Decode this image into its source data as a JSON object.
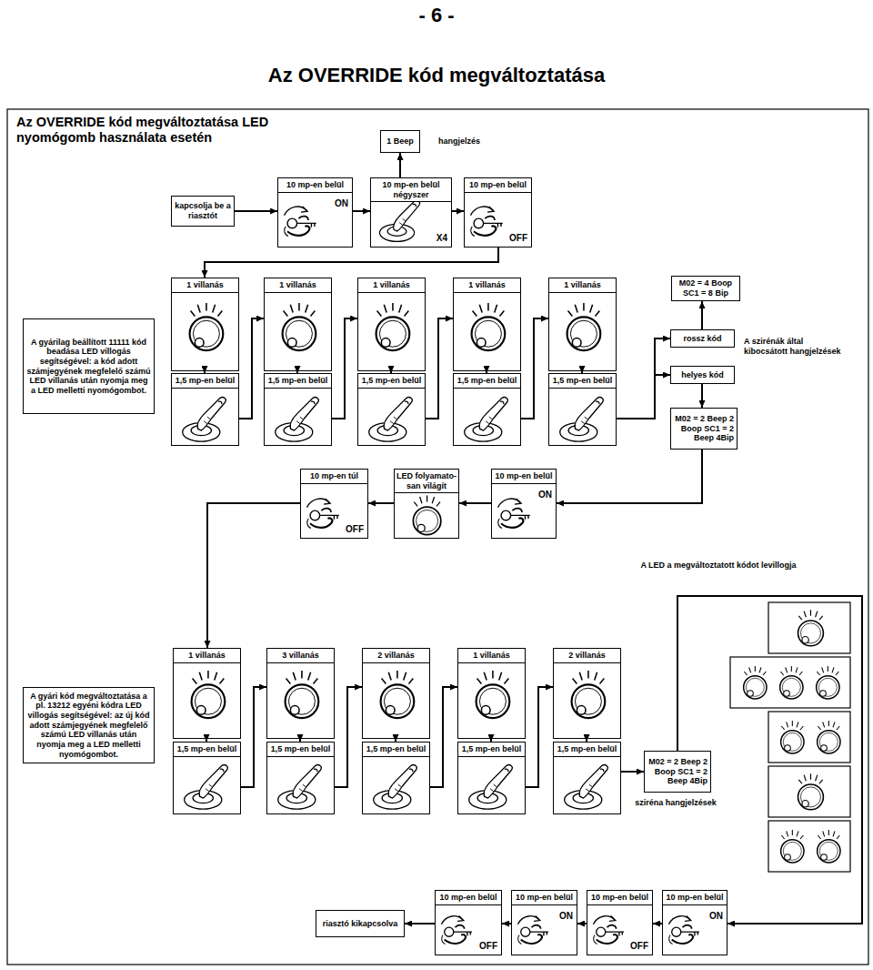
{
  "diagram": {
    "title": "Az OVERRIDE kód megváltoztatása",
    "nodes": [
      {
        "text": [
          "kapcsolja be a riasztót"
        ]
      },
      {
        "text": [
          "10 mp-en belül",
          "ON"
        ]
      },
      {
        "text": [
          "10 mp-en belül négyszer",
          "X4"
        ]
      },
      {
        "text": [
          "1 Beep"
        ]
      },
      {
        "text": [
          "10 mp-en belül",
          "OFF"
        ]
      },
      {
        "text": [
          "A gyárilag beállított 11111 kód beadása LED villogás segítségével: a kód adott számjegyének megfelelő számú LED villanás után nyomja meg a LED melletti nyomógombot."
        ]
      },
      {
        "text": [
          "1 villanás"
        ]
      },
      {
        "text": [
          "1,5 mp-en belül"
        ]
      },
      {
        "text": [
          "1 villanás"
        ]
      },
      {
        "text": [
          "1,5 mp-en belül"
        ]
      },
      {
        "text": [
          "1 villanás"
        ]
      },
      {
        "text": [
          "1,5 mp-en belül"
        ]
      },
      {
        "text": [
          "1 villanás"
        ]
      },
      {
        "text": [
          "1,5 mp-en belül"
        ]
      },
      {
        "text": [
          "1 villanás"
        ]
      },
      {
        "text": [
          "1,5 mp-en belül"
        ]
      },
      {
        "text": [
          "M02 = 4 Boop SC1 = 8 Bip"
        ]
      },
      {
        "text": [
          "rossz kód"
        ]
      },
      {
        "text": [
          "helyes kód"
        ]
      },
      {
        "text": [
          "M02 = 2 Beep 2 Boop SC1 = 2 Beep 4Bip"
        ]
      },
      {
        "text": [
          "10 mp-en belül",
          "ON"
        ]
      },
      {
        "text": [
          "LED folyamato- san világít"
        ]
      },
      {
        "text": [
          "10 mp-en túl",
          "OFF"
        ]
      },
      {
        "text": [
          "A gyári kód megváltoztatása a pl. 13212 egyéni kódra LED villogás segítségével: az új kód adott számjegyének megfelelő számú LED villanás után nyomja meg a LED melletti nyomógombot."
        ]
      },
      {
        "text": [
          "1 villanás"
        ]
      },
      {
        "text": [
          "1,5 mp-en belül"
        ]
      },
      {
        "text": [
          "3 villanás"
        ]
      },
      {
        "text": [
          "1,5 mp-en belül"
        ]
      },
      {
        "text": [
          "2 villanás"
        ]
      },
      {
        "text": [
          "1,5 mp-en belül"
        ]
      },
      {
        "text": [
          "1 villanás"
        ]
      },
      {
        "text": [
          "1,5 mp-en belül"
        ]
      },
      {
        "text": [
          "2 villanás"
        ]
      },
      {
        "text": [
          "1,5 mp-en belül"
        ]
      },
      {
        "text": [
          "M02 = 2 Beep 2 Boop SC1 = 2 Beep 4Bip"
        ]
      },
      {
        "text": [
          "10 mp-en belül",
          "ON"
        ]
      },
      {
        "text": [
          "10 mp-en belül",
          "OFF"
        ]
      },
      {
        "text": [
          "10 mp-en belül",
          "ON"
        ]
      },
      {
        "text": [
          "10 mp-en belül",
          "OFF"
        ]
      },
      {
        "text": [
          "riasztó kikapcsolva"
        ]
      }
    ],
    "edges": [
      {
        "from": 0,
        "to": 1,
        "arrow": "to"
      },
      {
        "from": 1,
        "to": 2,
        "arrow": "to"
      },
      {
        "from": 2,
        "to": 3,
        "arrow": "to"
      },
      {
        "from": 2,
        "to": 4,
        "arrow": "to"
      },
      {
        "from": 4,
        "to": 6,
        "arrow": "to"
      },
      {
        "from": 6,
        "to": 7,
        "arrow": "to"
      },
      {
        "from": 7,
        "to": 8,
        "arrow": "to"
      },
      {
        "from": 8,
        "to": 9,
        "arrow": "to"
      },
      {
        "from": 9,
        "to": 10,
        "arrow": "to"
      },
      {
        "from": 10,
        "to": 11,
        "arrow": "to"
      },
      {
        "from": 11,
        "to": 12,
        "arrow": "to"
      },
      {
        "from": 12,
        "to": 13,
        "arrow": "to"
      },
      {
        "from": 13,
        "to": 14,
        "arrow": "to"
      },
      {
        "from": 14,
        "to": 15,
        "arrow": "to"
      },
      {
        "from": 15,
        "to": 17,
        "arrow": "to"
      },
      {
        "from": 15,
        "to": 18,
        "arrow": "to"
      },
      {
        "from": 17,
        "to": 16,
        "arrow": "to"
      },
      {
        "from": 18,
        "to": 19,
        "arrow": "to"
      },
      {
        "from": 19,
        "to": 20,
        "arrow": "to"
      },
      {
        "from": 20,
        "to": 21,
        "arrow": "to"
      },
      {
        "from": 21,
        "to": 22,
        "arrow": "to"
      },
      {
        "from": 22,
        "to": 24,
        "arrow": "to"
      },
      {
        "from": 24,
        "to": 25,
        "arrow": "to"
      },
      {
        "from": 25,
        "to": 26,
        "arrow": "to"
      },
      {
        "from": 26,
        "to": 27,
        "arrow": "to"
      },
      {
        "from": 27,
        "to": 28,
        "arrow": "to"
      },
      {
        "from": 28,
        "to": 29,
        "arrow": "to"
      },
      {
        "from": 29,
        "to": 30,
        "arrow": "to"
      },
      {
        "from": 30,
        "to": 31,
        "arrow": "to"
      },
      {
        "from": 31,
        "to": 32,
        "arrow": "to"
      },
      {
        "from": 32,
        "to": 33,
        "arrow": "to"
      },
      {
        "from": 33,
        "to": 34,
        "arrow": "to"
      },
      {
        "from": 34,
        "to": 35,
        "arrow": "to"
      },
      {
        "from": 35,
        "to": 36,
        "arrow": "to"
      },
      {
        "from": 36,
        "to": 37,
        "arrow": "to"
      },
      {
        "from": 37,
        "to": 38,
        "arrow": "to"
      },
      {
        "from": 38,
        "to": 39,
        "arrow": "to"
      }
    ],
    "labels": [
      "- 6 -",
      "Az OVERRIDE kód megváltoztatása LED nyomógomb használata esetén",
      "hangjelzés",
      "A szirénák által kibocsátott hangjelzések",
      "A LED a megváltoztatott kódot levillogja",
      "sziréna hangjelzések"
    ]
  }
}
